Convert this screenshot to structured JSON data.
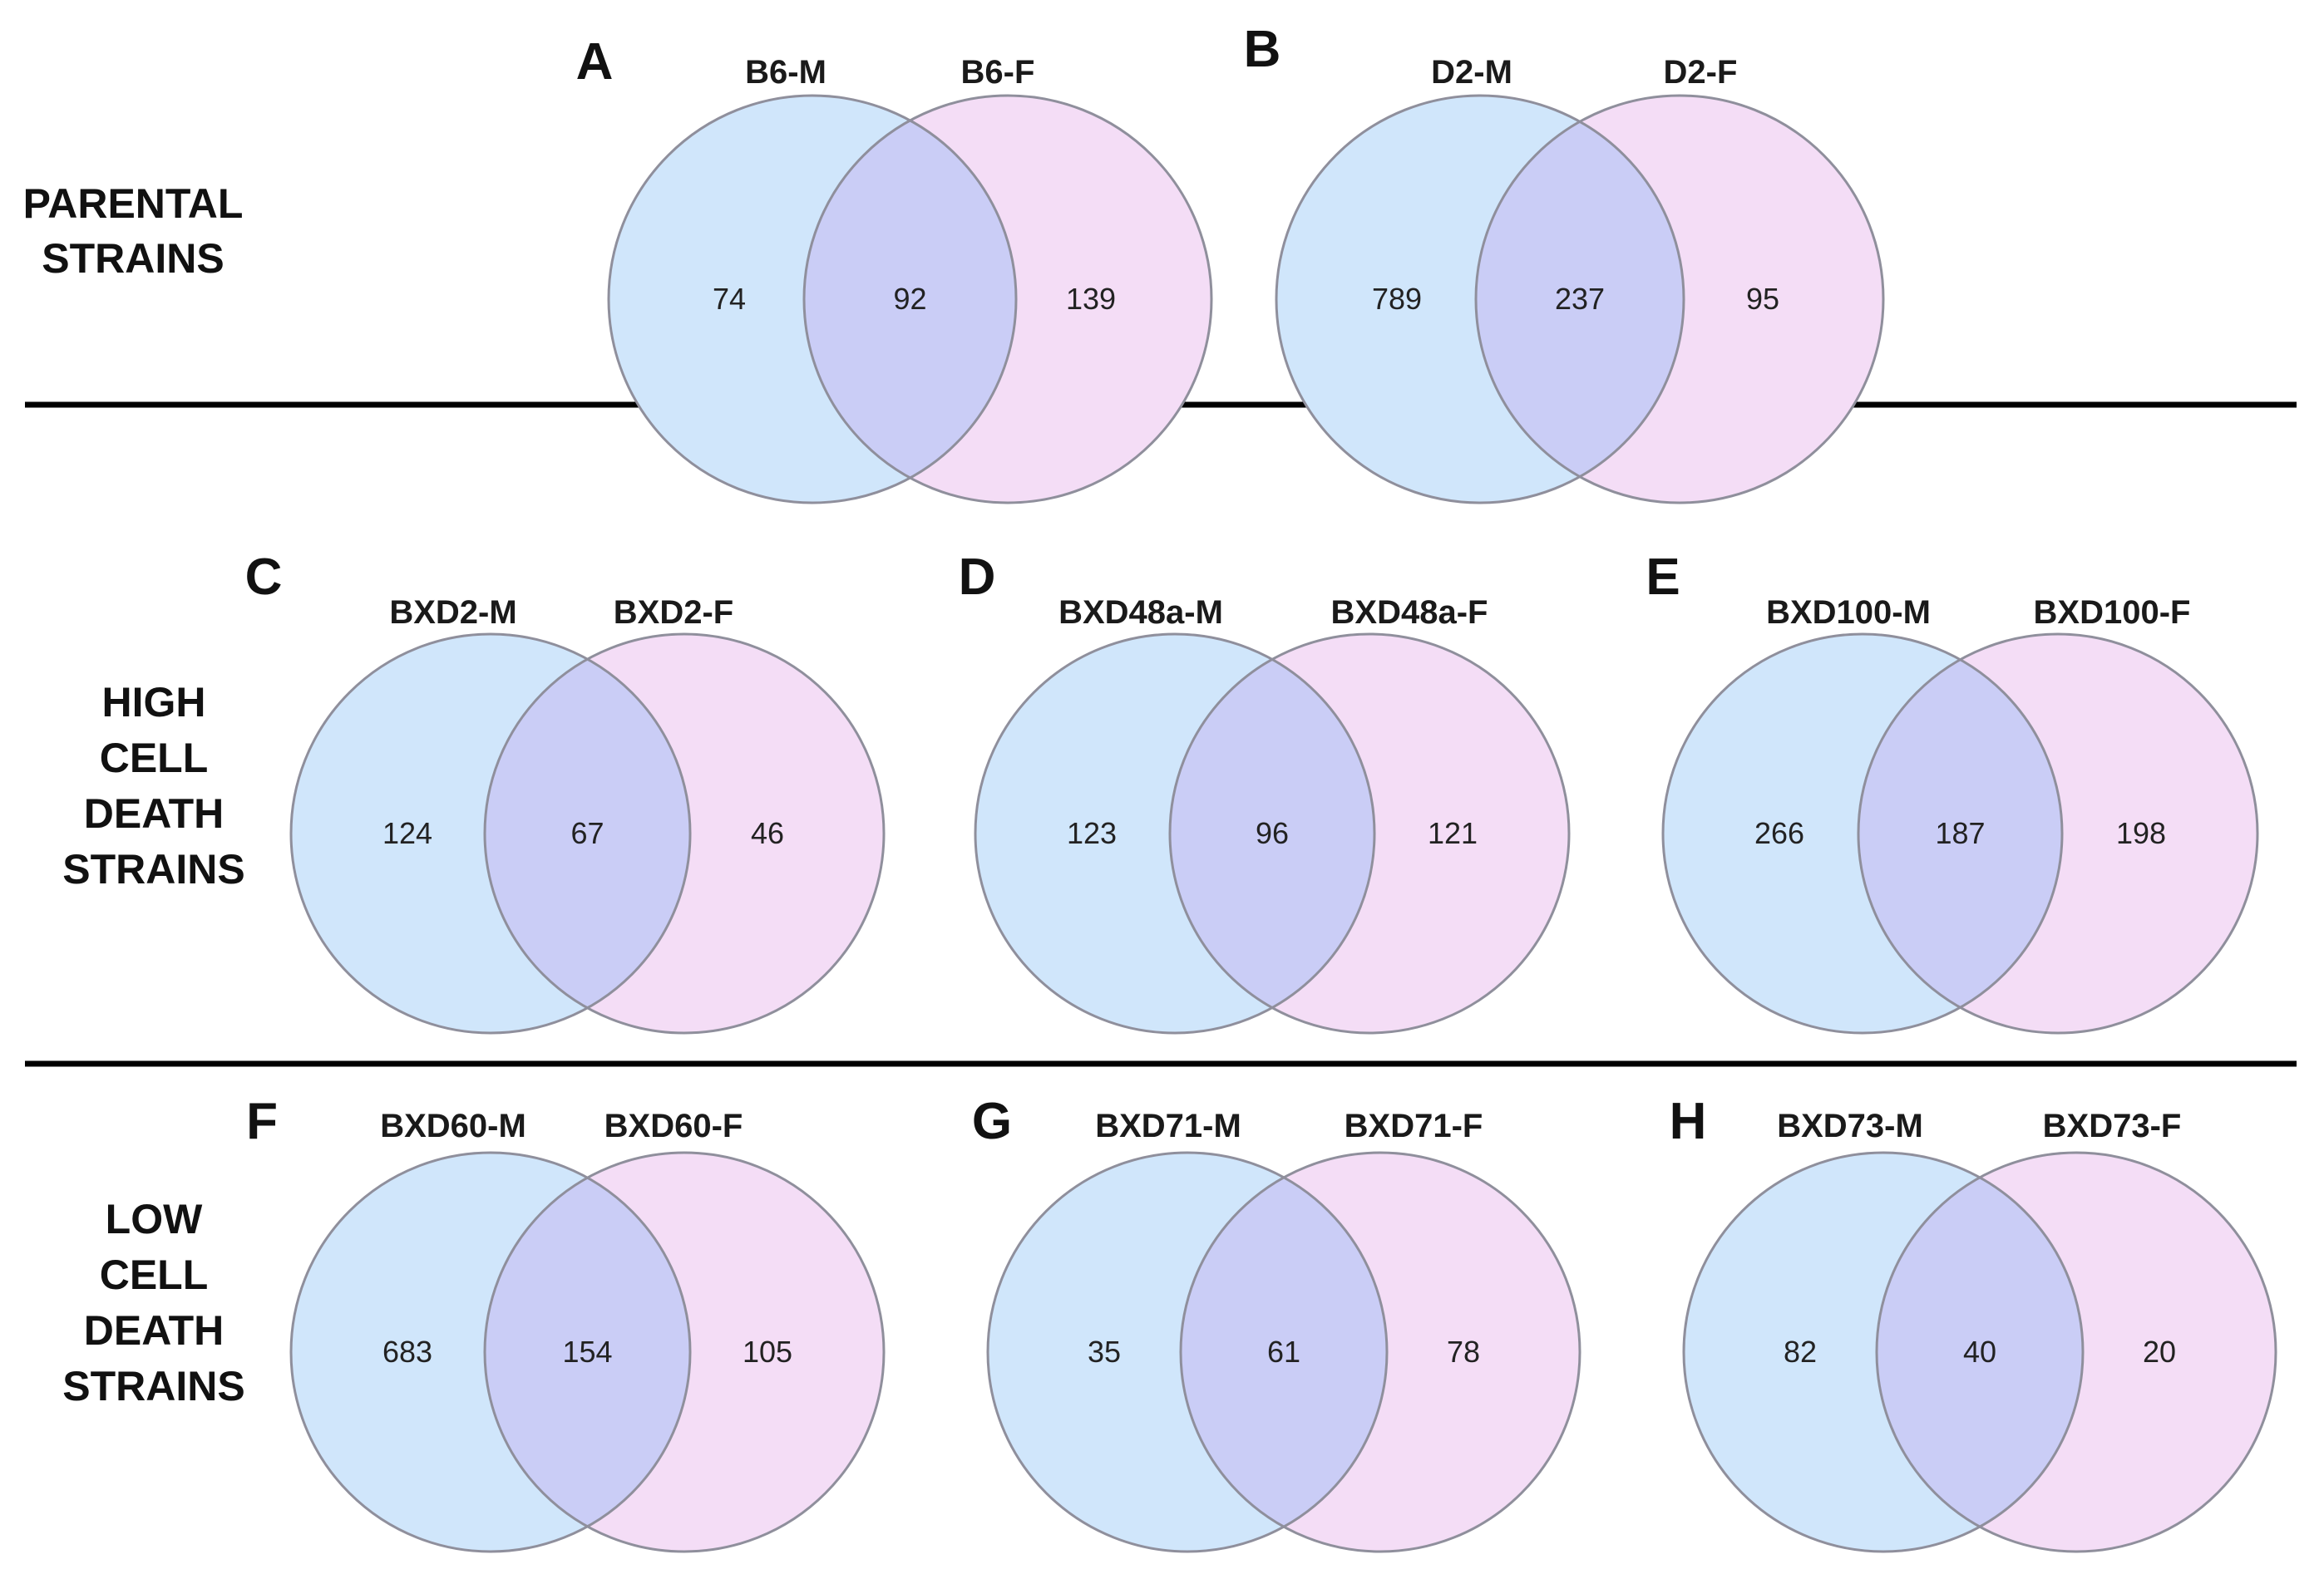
{
  "colors": {
    "male": "#d0e6fb",
    "female": "#f4ddf6",
    "overlap": "#cacdf6",
    "outline": "#8f8f9c",
    "divider": "#000000"
  },
  "rows": [
    {
      "id": "parental",
      "label_lines": [
        "PARENTAL",
        "STRAINS"
      ]
    },
    {
      "id": "high",
      "label_lines": [
        "HIGH",
        "CELL",
        "DEATH",
        "STRAINS"
      ]
    },
    {
      "id": "low",
      "label_lines": [
        "LOW",
        "CELL",
        "DEATH",
        "STRAINS"
      ]
    }
  ],
  "panels": [
    {
      "letter": "A",
      "left_label": "B6-M",
      "right_label": "B6-F",
      "left_only": "74",
      "shared": "92",
      "right_only": "139"
    },
    {
      "letter": "B",
      "left_label": "D2-M",
      "right_label": "D2-F",
      "left_only": "789",
      "shared": "237",
      "right_only": "95"
    },
    {
      "letter": "C",
      "left_label": "BXD2-M",
      "right_label": "BXD2-F",
      "left_only": "124",
      "shared": "67",
      "right_only": "46"
    },
    {
      "letter": "D",
      "left_label": "BXD48a-M",
      "right_label": "BXD48a-F",
      "left_only": "123",
      "shared": "96",
      "right_only": "121"
    },
    {
      "letter": "E",
      "left_label": "BXD100-M",
      "right_label": "BXD100-F",
      "left_only": "266",
      "shared": "187",
      "right_only": "198"
    },
    {
      "letter": "F",
      "left_label": "BXD60-M",
      "right_label": "BXD60-F",
      "left_only": "683",
      "shared": "154",
      "right_only": "105"
    },
    {
      "letter": "G",
      "left_label": "BXD71-M",
      "right_label": "BXD71-F",
      "left_only": "35",
      "shared": "61",
      "right_only": "78"
    },
    {
      "letter": "H",
      "left_label": "BXD73-M",
      "right_label": "BXD73-F",
      "left_only": "82",
      "shared": "40",
      "right_only": "20"
    }
  ]
}
